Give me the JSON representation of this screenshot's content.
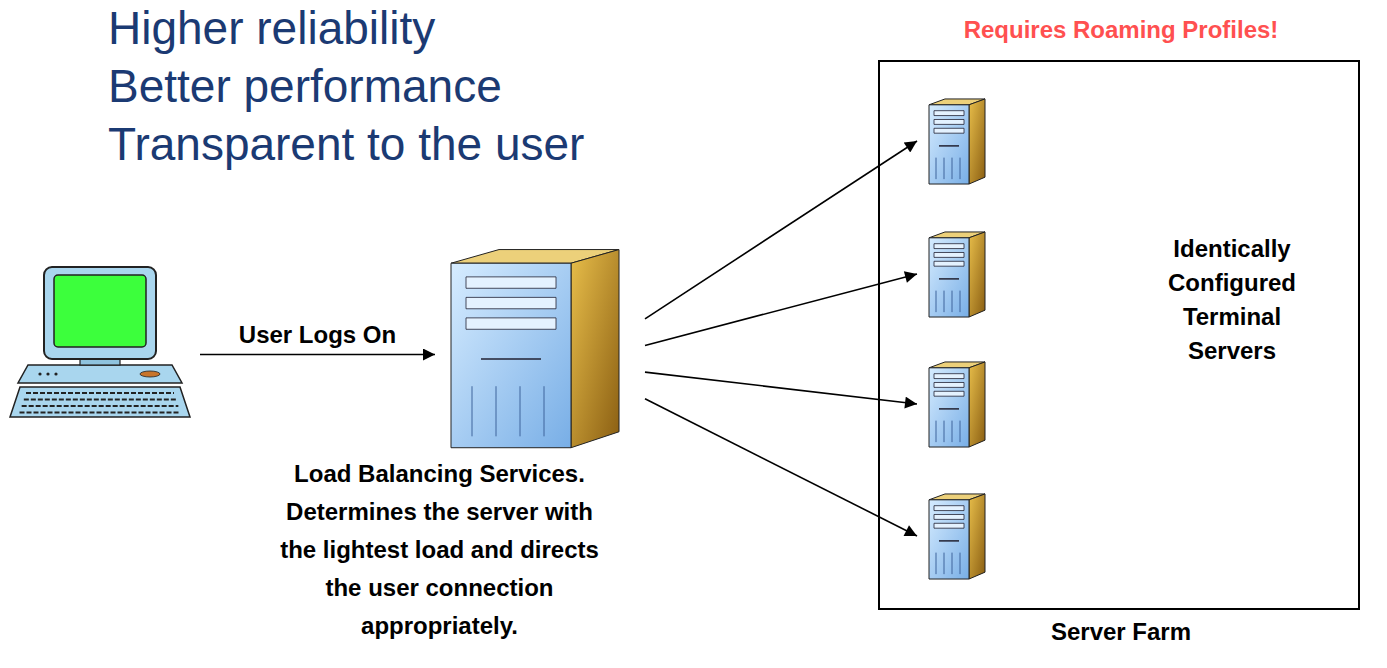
{
  "diagram": {
    "nodes": [
      {
        "text": []
      },
      {
        "text": [
          "Load Balancing Services. Determines the server with the lightest load and directs the user connection appropriately."
        ]
      },
      {
        "text": [
          "Requires Roaming Profiles!",
          "Identically Configured Terminal Servers",
          "Server Farm"
        ]
      },
      {
        "text": [],
        "in": 2
      },
      {
        "text": [],
        "in": 2
      },
      {
        "text": [],
        "in": 2
      },
      {
        "text": [],
        "in": 2
      }
    ],
    "edges": [
      {
        "from": 0,
        "to": 1,
        "label": "User Logs On",
        "arrow": "to"
      },
      {
        "from": 1,
        "to": 3,
        "arrow": "to"
      },
      {
        "from": 1,
        "to": 4,
        "arrow": "to"
      },
      {
        "from": 1,
        "to": 5,
        "arrow": "to"
      },
      {
        "from": 1,
        "to": 6,
        "arrow": "to"
      }
    ],
    "labels": [
      "Higher reliability",
      "Better performance",
      "Transparent to the user"
    ]
  }
}
